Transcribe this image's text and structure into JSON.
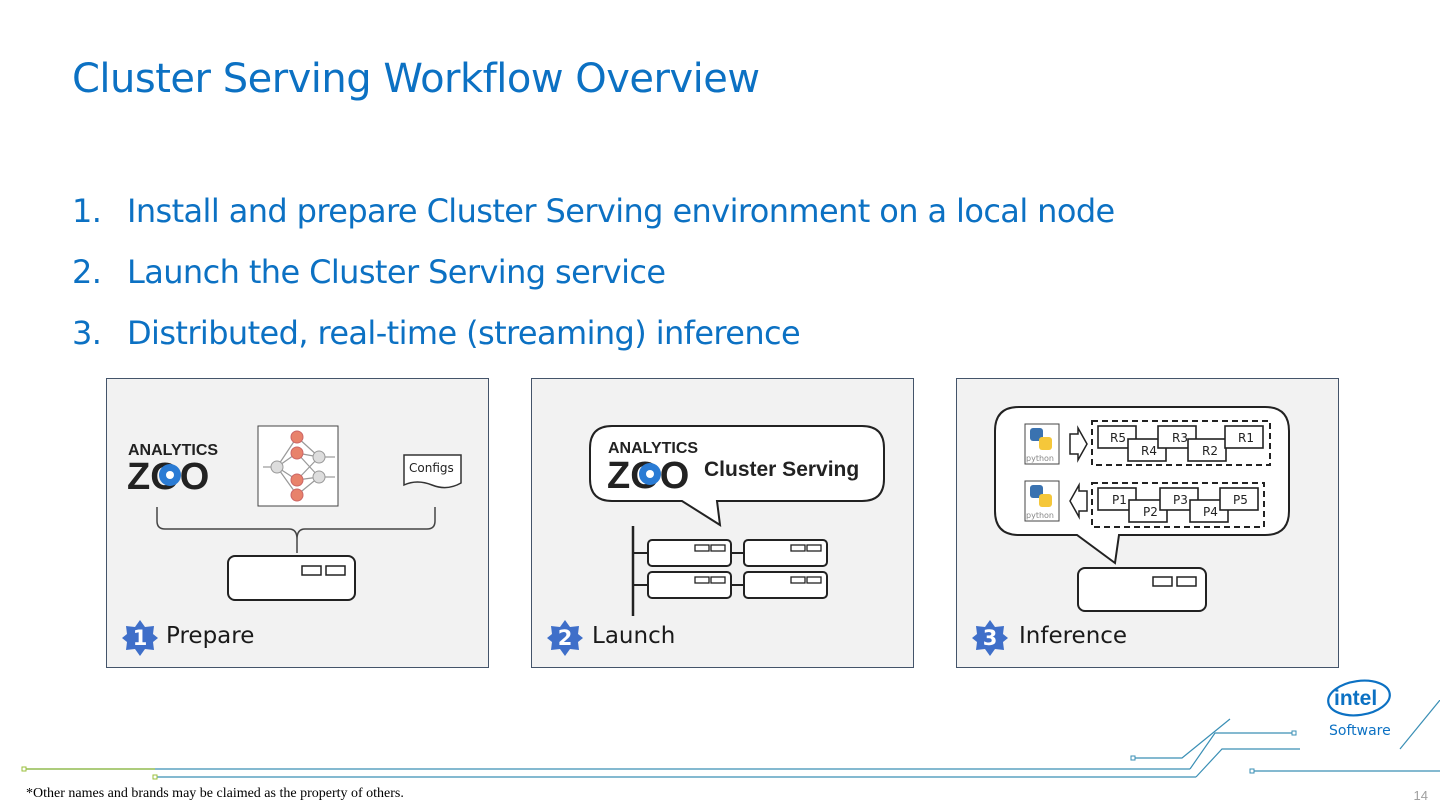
{
  "slide": {
    "title": "Cluster Serving Workflow Overview",
    "page_number": "14",
    "footnote": "*Other names and brands may be claimed as the property of others."
  },
  "steps": [
    {
      "num": "1.",
      "text": "Install and prepare Cluster Serving environment on a local node"
    },
    {
      "num": "2.",
      "text": "Launch the Cluster Serving service"
    },
    {
      "num": "3.",
      "text": "Distributed, real-time (streaming) inference"
    }
  ],
  "panels": [
    {
      "badge": "1",
      "label": "Prepare",
      "logo_top": "ANALYTICS",
      "logo_bottom": "ZOO",
      "configs_label": "Configs"
    },
    {
      "badge": "2",
      "label": "Launch",
      "logo_top": "ANALYTICS",
      "logo_bottom": "ZOO",
      "service_label": "Cluster Serving"
    },
    {
      "badge": "3",
      "label": "Inference",
      "python_label": "python",
      "requests": [
        "R5",
        "R4",
        "R3",
        "R2",
        "R1"
      ],
      "predictions": [
        "P1",
        "P2",
        "P3",
        "P4",
        "P5"
      ]
    }
  ],
  "brand": {
    "logo": "intel",
    "product": "Software"
  },
  "colors": {
    "accent": "#0c71c3",
    "badge": "#3f6fc9",
    "panel_bg": "#f2f2f2",
    "node_red": "#e8826b"
  }
}
